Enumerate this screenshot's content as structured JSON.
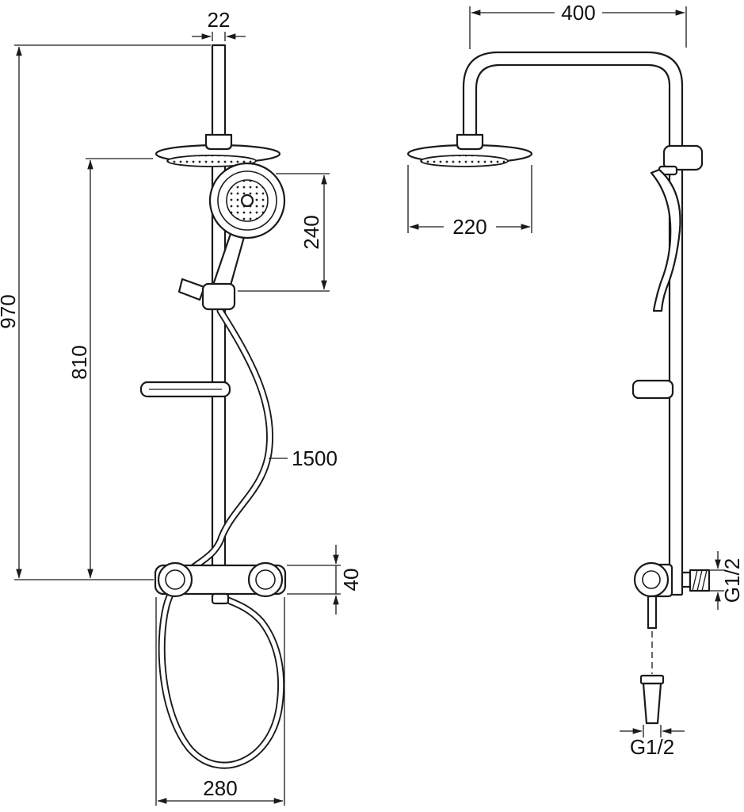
{
  "page": {
    "background": "#ffffff",
    "line_color": "#1a1a1a",
    "description": "Technical dimension drawing of a shower column set, front view and side view"
  },
  "front_view": {
    "dim_pipe_width": "22",
    "dim_total_height": "970",
    "dim_column_height": "810",
    "dim_handshower_length": "240",
    "dim_hose_length": "1500",
    "dim_valve_height": "40",
    "dim_valve_width": "280"
  },
  "side_view": {
    "dim_arm_reach": "400",
    "dim_head_width": "220",
    "dim_wall_thread": "G1/2",
    "dim_hose_thread": "G1/2"
  }
}
